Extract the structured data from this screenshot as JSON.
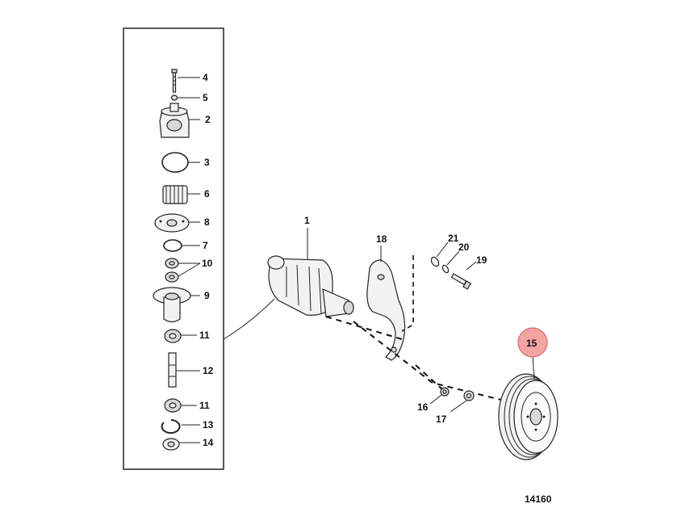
{
  "callouts": {
    "c1": "1",
    "c2": "2",
    "c3": "3",
    "c4": "4",
    "c5": "5",
    "c6": "6",
    "c7": "7",
    "c8": "8",
    "c9": "9",
    "c10": "10",
    "c11a": "11",
    "c11b": "11",
    "c12": "12",
    "c13": "13",
    "c14": "14",
    "c15": "15",
    "c16": "16",
    "c17": "17",
    "c18": "18",
    "c19": "19",
    "c20": "20",
    "c21": "21"
  },
  "highlight_color": "#f4a3a3",
  "figure_id": "14160"
}
